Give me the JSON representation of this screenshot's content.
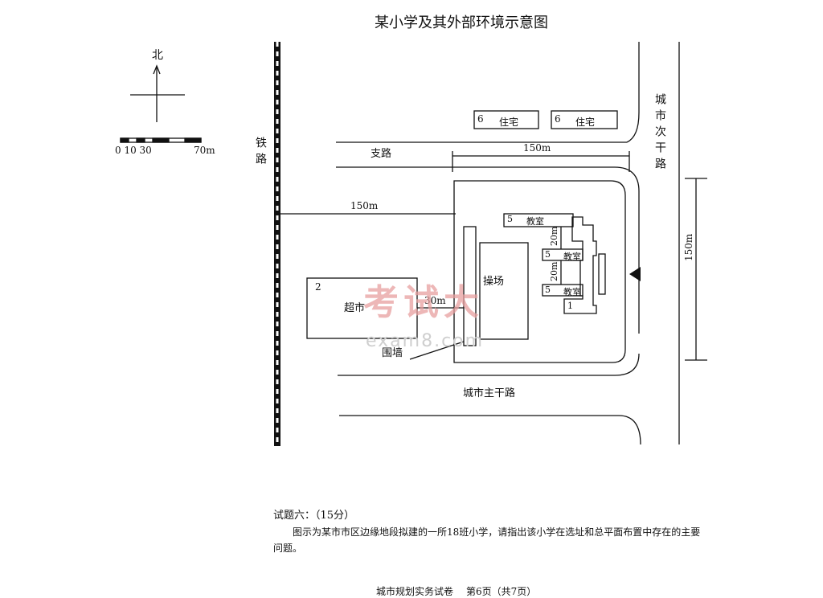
{
  "title": "某小学及其外部环境示意图",
  "compass": {
    "north_label": "北"
  },
  "scale": {
    "ticks": "0 10  30",
    "end": "70m"
  },
  "roads": {
    "railway": "铁路",
    "branch_road": "支路",
    "secondary_road": "城市次干路",
    "main_road": "城市主干路"
  },
  "dimensions": {
    "top_width": "150m",
    "railway_distance": "150m",
    "side_height": "150m",
    "supermarket_gap": "30m",
    "classroom_gap_1": "20m",
    "classroom_gap_2": "20m"
  },
  "buildings": {
    "residence_1": {
      "floors": "6",
      "label": "住宅"
    },
    "residence_2": {
      "floors": "6",
      "label": "住宅"
    },
    "supermarket": {
      "floors": "2",
      "label": "超市"
    },
    "classroom_1": {
      "floors": "5",
      "label": "教室"
    },
    "classroom_2": {
      "floors": "5",
      "label": "教室"
    },
    "classroom_3": {
      "floors": "5",
      "label": "教室"
    },
    "connector": {
      "floors": "1"
    },
    "playground": {
      "label": "操场"
    },
    "fence": {
      "label": "围墙"
    }
  },
  "watermark": {
    "main": "考试大",
    "sub": "exam8.com",
    "color": "#e8a0a0"
  },
  "question": {
    "heading": "试题六：（15分）",
    "body": "图示为某市市区边缘地段拟建的一所18班小学，请指出该小学在选址和总平面布置中存在的主要问题。"
  },
  "footer": {
    "exam": "城市规划实务试卷",
    "page": "第6页（共7页）"
  }
}
